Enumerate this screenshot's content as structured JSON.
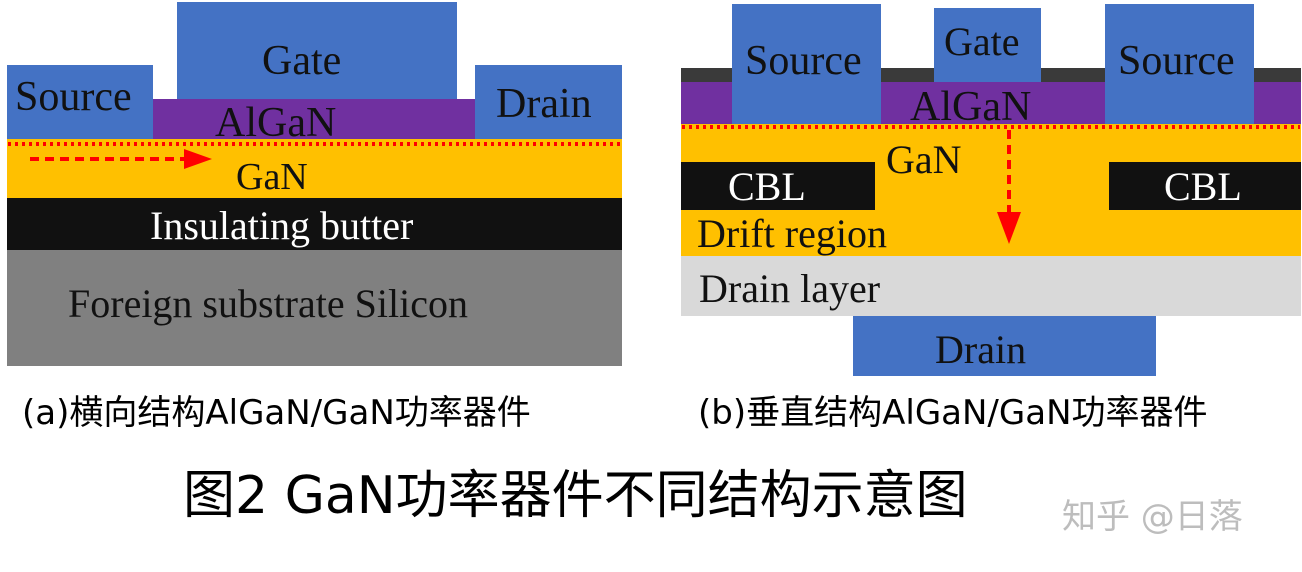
{
  "colors": {
    "blue": "#4472c4",
    "purple": "#7030a0",
    "gan": "#ffc000",
    "black": "#111111",
    "substrate": "#808080",
    "drain_layer": "#d9d9d9",
    "dark_gray": "#3a3a3a",
    "arrow": "#ff0000"
  },
  "lateral": {
    "gate": "Gate",
    "source": "Source",
    "drain": "Drain",
    "algan": "AlGaN",
    "gan": "GaN",
    "buffer": "Insulating butter",
    "substrate": "Foreign substrate Silicon",
    "caption": "(a)横向结构AlGaN/GaN功率器件"
  },
  "vertical": {
    "source_left": "Source",
    "gate": "Gate",
    "source_right": "Source",
    "algan": "AlGaN",
    "gan": "GaN",
    "cbl_left": "CBL",
    "cbl_right": "CBL",
    "drift": "Drift region",
    "drain_layer": "Drain layer",
    "drain": "Drain",
    "caption": "(b)垂直结构AlGaN/GaN功率器件"
  },
  "figure_title": "图2 GaN功率器件不同结构示意图",
  "watermark": "知乎 @日落"
}
